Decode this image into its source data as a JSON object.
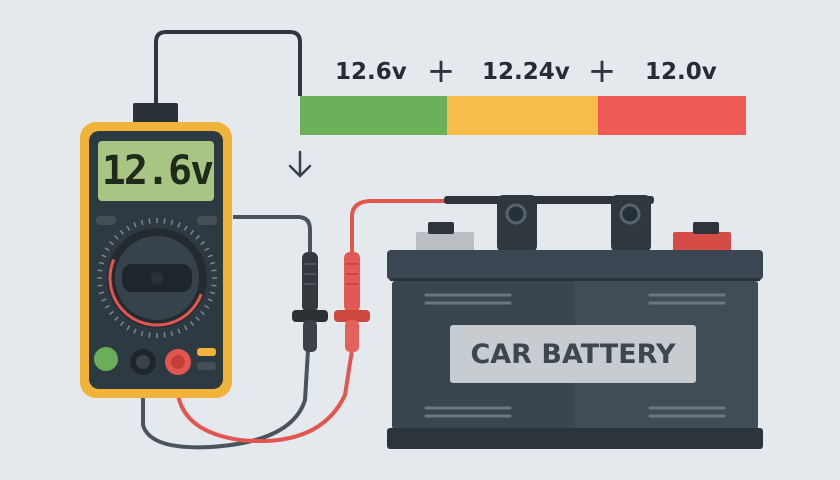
{
  "voltage_scale": {
    "good": {
      "label": "12.6v",
      "color": "#6ab15a"
    },
    "fair": {
      "label": "12.24v",
      "color": "#f7bd4a"
    },
    "low": {
      "label": "12.0v",
      "color": "#ee5b55"
    },
    "separator_icon": "plus-icon"
  },
  "multimeter": {
    "display_reading": "12.6v",
    "display_color": "#a9c583",
    "body_color": "#f1b33a"
  },
  "battery": {
    "label": "CAR BATTERY",
    "body_color": "#394650"
  },
  "icons": {
    "pointer": "arrow-down-icon"
  }
}
